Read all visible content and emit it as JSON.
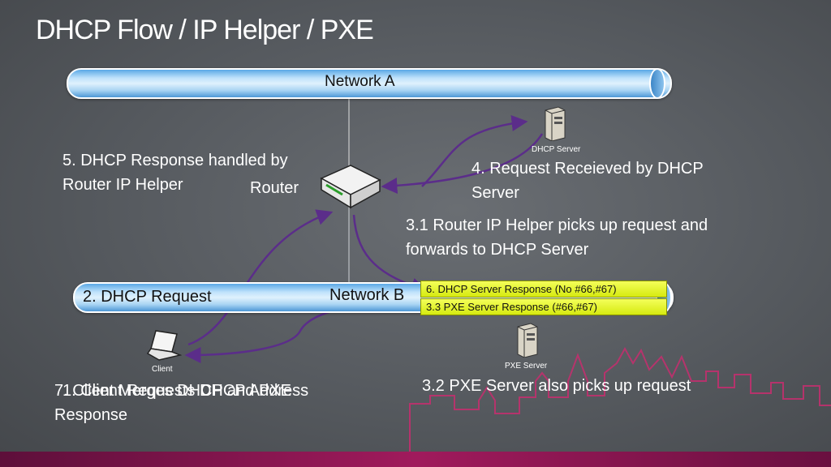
{
  "title": "DHCP Flow / IP Helper / PXE",
  "networks": {
    "a": "Network A",
    "b": "Network B"
  },
  "devices": {
    "dhcp_server": "DHCP Server",
    "router": "Router",
    "client": "Client",
    "pxe_server": "PXE Server"
  },
  "steps": {
    "s2": "2. DHCP Request",
    "s31_l1": "3.1 Router IP Helper picks up request and",
    "s31_l2": "forwards to DHCP Server",
    "s32": "3.2 PXE Server also picks up request",
    "s33": "3.3 PXE Server Response (#66,#67)",
    "s4_l1": "4. Request Receieved by DHCP",
    "s4_l2": "Server",
    "s5_l1": "5. DHCP Response handled by",
    "s5_l2": "Router IP Helper",
    "s6": "6. DHCP Server Response (No #66,#67)",
    "s7_overlap_a": "1. Client Requests DHCP Address",
    "s7_overlap_b": "7. Client Merges DHCP and PXE",
    "s7_l2": "Response"
  },
  "colors": {
    "arrow": "#5b2d8a",
    "pipe": "#a9d4f3",
    "highlight_box": "#e6f52a",
    "skyline": "#c0306e"
  }
}
